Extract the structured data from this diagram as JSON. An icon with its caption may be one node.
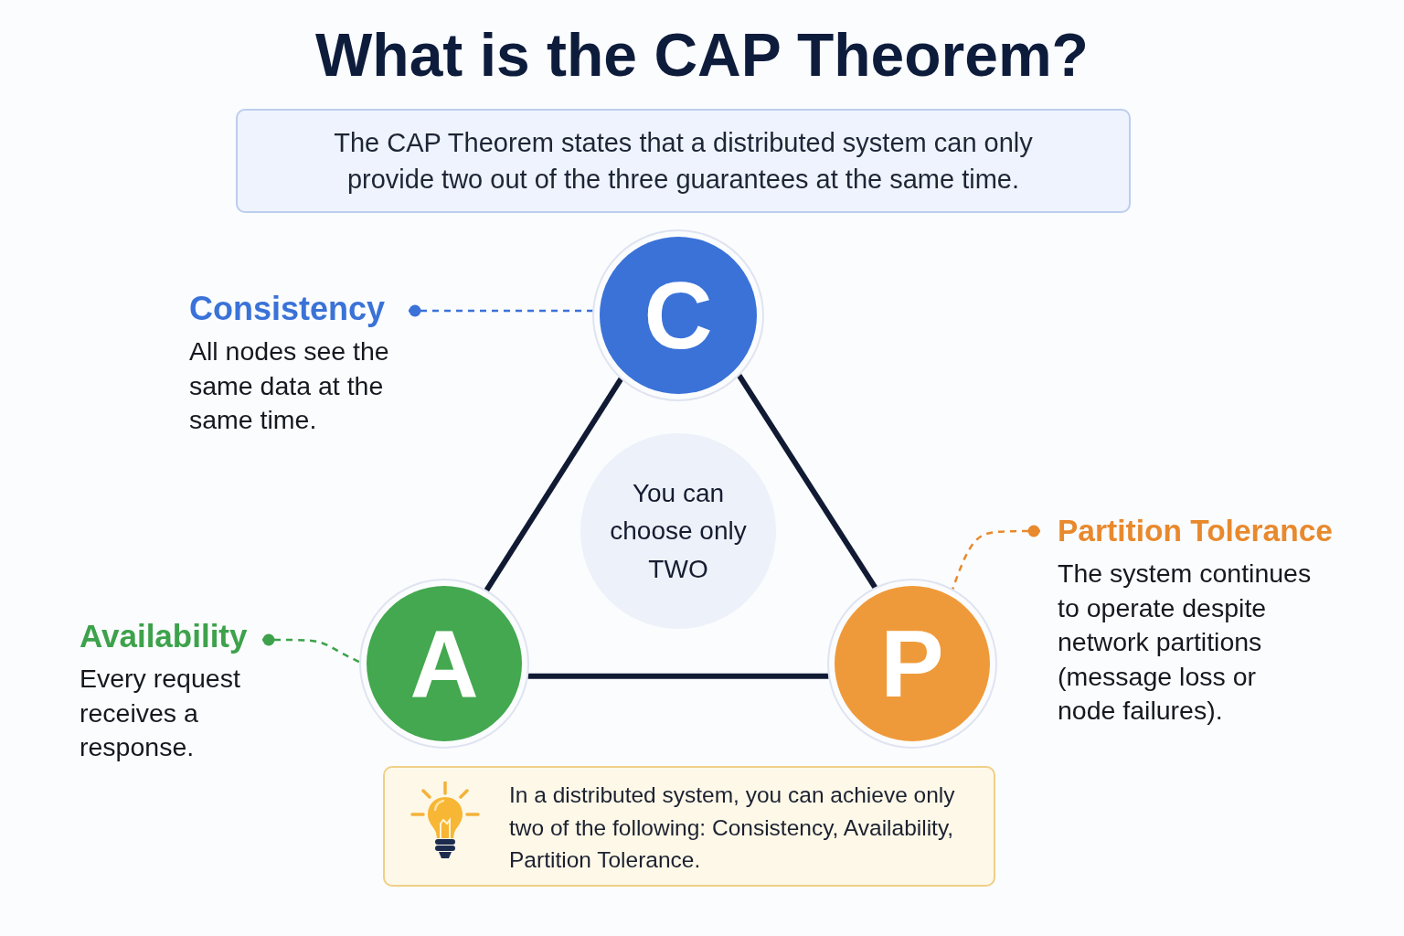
{
  "diagram": {
    "title": "What is the CAP Theorem?",
    "nodes": [
      {
        "text": [
          "The CAP Theorem states that a distributed system can only provide two out of the three guarantees at the same time."
        ]
      },
      {
        "text": [
          "C"
        ]
      },
      {
        "text": [
          "A"
        ]
      },
      {
        "text": [
          "P"
        ]
      },
      {
        "text": [
          "You can choose only TWO"
        ]
      },
      {
        "text": [
          "Consistency",
          "All nodes see the same data at the same time."
        ]
      },
      {
        "text": [
          "Availability",
          "Every request receives a response."
        ]
      },
      {
        "text": [
          "Partition Tolerance",
          "The system continues to operate despite network partitions (message loss or node failures)."
        ]
      },
      {
        "text": [
          "In a distributed system, you can achieve only two of the following: Consistency, Availability, Partition Tolerance."
        ]
      }
    ],
    "edges": [
      {
        "from": 1,
        "to": 2,
        "arrow": "none",
        "style": "thick"
      },
      {
        "from": 1,
        "to": 3,
        "arrow": "none",
        "style": "thick"
      },
      {
        "from": 2,
        "to": 3,
        "arrow": "none",
        "style": "thick"
      },
      {
        "from": 5,
        "to": 1,
        "arrow": "other",
        "style": "dashed",
        "color": "#3a72d8"
      },
      {
        "from": 6,
        "to": 2,
        "arrow": "other",
        "style": "dashed",
        "color": "#3da24b"
      },
      {
        "from": 7,
        "to": 3,
        "arrow": "other",
        "style": "dashed",
        "color": "#e8892d"
      }
    ]
  }
}
